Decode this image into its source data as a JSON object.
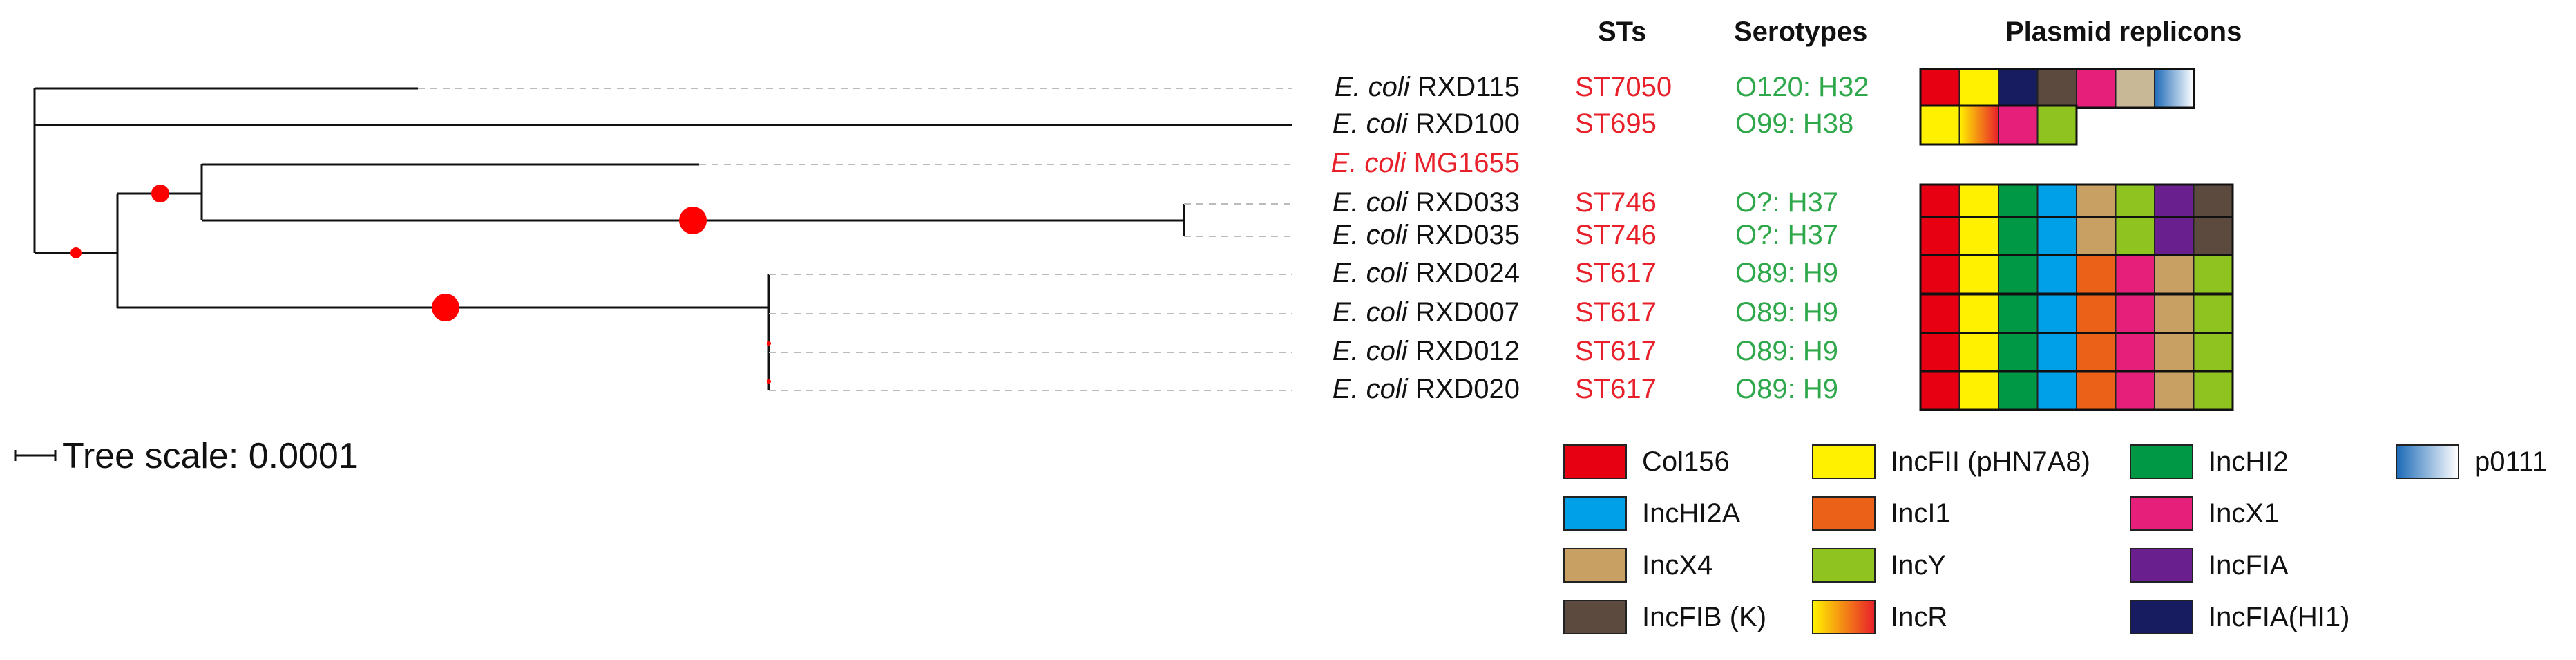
{
  "headers": {
    "sts": "STs",
    "serotypes": "Serotypes",
    "plasmid_replicons": "Plasmid replicons"
  },
  "tree_scale_label": "Tree scale: 0.0001",
  "replicon_colors": {
    "Col156": "#e60012",
    "IncFII (pHN7A8)": "#fff100",
    "IncHI2": "#009844",
    "p0111": "gradient-blue",
    "IncHI2A": "#00a0e9",
    "IncI1": "#eb6118",
    "IncX1": "#e61f7b",
    "IncX4": "#c9a063",
    "IncY": "#8fc31f",
    "IncFIA": "#6a1f8f",
    "IncFIB (K)": "#5b4a3d",
    "IncR": "gradient-orange",
    "IncFIA(HI1)": "#171c61",
    "unlabeled-tan": "#c9b896"
  },
  "taxa": [
    {
      "genus": "E. coli",
      "strain": "RXD115",
      "st": "ST7050",
      "serotype": "O120: H32",
      "reference": false,
      "replicons": [
        "Col156",
        "IncFII (pHN7A8)",
        "IncFIA(HI1)",
        "IncFIB (K)",
        "IncX1",
        "unlabeled-tan",
        "p0111"
      ]
    },
    {
      "genus": "E. coli",
      "strain": "RXD100",
      "st": "ST695",
      "serotype": "O99: H38",
      "reference": false,
      "replicons": [
        "IncFII (pHN7A8)",
        "IncR",
        "IncX1",
        "IncY"
      ]
    },
    {
      "genus": "E. coli",
      "strain": "MG1655",
      "st": "",
      "serotype": "",
      "reference": true,
      "replicons": []
    },
    {
      "genus": "E. coli",
      "strain": "RXD033",
      "st": "ST746",
      "serotype": "O?: H37",
      "reference": false,
      "replicons": [
        "Col156",
        "IncFII (pHN7A8)",
        "IncHI2",
        "IncHI2A",
        "IncX4",
        "IncY",
        "IncFIA",
        "IncFIB (K)"
      ]
    },
    {
      "genus": "E. coli",
      "strain": "RXD035",
      "st": "ST746",
      "serotype": "O?: H37",
      "reference": false,
      "replicons": [
        "Col156",
        "IncFII (pHN7A8)",
        "IncHI2",
        "IncHI2A",
        "IncX4",
        "IncY",
        "IncFIA",
        "IncFIB (K)"
      ]
    },
    {
      "genus": "E. coli",
      "strain": "RXD024",
      "st": "ST617",
      "serotype": "O89: H9",
      "reference": false,
      "replicons": [
        "Col156",
        "IncFII (pHN7A8)",
        "IncHI2",
        "IncHI2A",
        "IncI1",
        "IncX1",
        "IncX4",
        "IncY"
      ]
    },
    {
      "genus": "E. coli",
      "strain": "RXD007",
      "st": "ST617",
      "serotype": "O89: H9",
      "reference": false,
      "replicons": [
        "Col156",
        "IncFII (pHN7A8)",
        "IncHI2",
        "IncHI2A",
        "IncI1",
        "IncX1",
        "IncX4",
        "IncY"
      ]
    },
    {
      "genus": "E. coli",
      "strain": "RXD012",
      "st": "ST617",
      "serotype": "O89: H9",
      "reference": false,
      "replicons": [
        "Col156",
        "IncFII (pHN7A8)",
        "IncHI2",
        "IncHI2A",
        "IncI1",
        "IncX1",
        "IncX4",
        "IncY"
      ]
    },
    {
      "genus": "E. coli",
      "strain": "RXD020",
      "st": "ST617",
      "serotype": "O89: H9",
      "reference": false,
      "replicons": [
        "Col156",
        "IncFII (pHN7A8)",
        "IncHI2",
        "IncHI2A",
        "IncI1",
        "IncX1",
        "IncX4",
        "IncY"
      ]
    }
  ],
  "legend": [
    {
      "label": "Col156",
      "color": "#e60012"
    },
    {
      "label": "IncFII (pHN7A8)",
      "color": "#fff100"
    },
    {
      "label": "IncHI2",
      "color": "#009844"
    },
    {
      "label": "p0111",
      "color": "gradient-blue"
    },
    {
      "label": "IncHI2A",
      "color": "#00a0e9"
    },
    {
      "label": "IncI1",
      "color": "#eb6118"
    },
    {
      "label": "IncX1",
      "color": "#e61f7b"
    },
    {
      "label": "IncX4",
      "color": "#c9a063"
    },
    {
      "label": "IncY",
      "color": "#8fc31f"
    },
    {
      "label": "IncFIA",
      "color": "#6a1f8f"
    },
    {
      "label": "IncFIB (K)",
      "color": "#5b4a3d"
    },
    {
      "label": "IncR",
      "color": "gradient-orange"
    },
    {
      "label": "IncFIA(HI1)",
      "color": "#171c61"
    }
  ]
}
